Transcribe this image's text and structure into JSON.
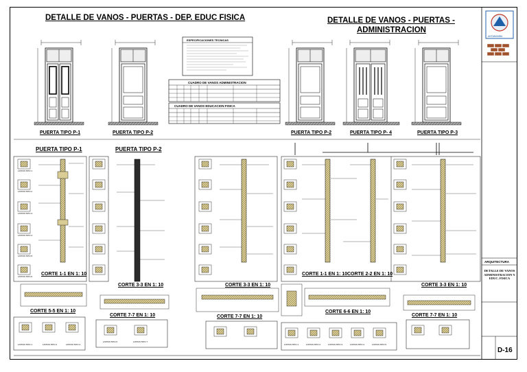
{
  "titles": {
    "left": "DETALLE DE VANOS - PUERTAS - DEP. EDUC FISICA",
    "right_line1": "DETALLE DE VANOS - PUERTAS -",
    "right_line2": "ADMINISTRACION"
  },
  "elevations": {
    "left": [
      "PUERTA TIPO P-1",
      "PUERTA TIPO P-2"
    ],
    "right": [
      "PUERTA TIPO P-2",
      "PUERTA TIPO P- 4",
      "PUERTA TIPO P-3"
    ]
  },
  "section_titles": {
    "p1": "PUERTA TIPO P-1",
    "p2": "PUERTA TIPO P-2"
  },
  "specs": {
    "title": "ESPECIFICACIONES TECNICAS",
    "table_admin": "CUADRO DE VANOS ADMINISTRACION",
    "table_educ": "CUADRO DE VANOS EDUCACION FISICA"
  },
  "cuts": {
    "c11_left": "CORTE 1-1 EN 1: 10",
    "c33_left": "CORTE 3-3 EN 1: 10",
    "c33_mid": "CORTE 3-3 EN 1: 10",
    "c11_right": "CORTE 1-1 EN 1: 10",
    "c22_right": "CORTE 2-2 EN 1: 10",
    "c33_right": "CORTE 3-3 EN 1: 10",
    "c55": "CORTE 5-5 EN 1: 10",
    "c77_left": "CORTE 7-7 EN 1: 10",
    "c77_mid": "CORTE 7-7 EN 1: 10",
    "c66": "CORTE 6-6 EN 1: 10",
    "c77_right": "CORTE 7-7 EN 1: 10"
  },
  "listones": [
    "LISTON TIPO 1",
    "LISTON TIPO 2",
    "LISTON TIPO 3",
    "LISTON TIPO 4",
    "LISTON TIPO 5",
    "LISTON TIPO 6",
    "LISTON TIPO 7"
  ],
  "sidebar": {
    "logo_caption": "ANTABAMBA",
    "section": "ARQUITECTURA",
    "sheet_title": "DETALLE DE VANOS ADMINISTRACION Y EDUC. FISICA",
    "sheet_code": "D-16"
  },
  "colors": {
    "line": "#000000",
    "wood": "#c9b77a",
    "brick": "#a0522d",
    "logo_blue": "#1f5fa8",
    "logo_red": "#c0392b"
  }
}
